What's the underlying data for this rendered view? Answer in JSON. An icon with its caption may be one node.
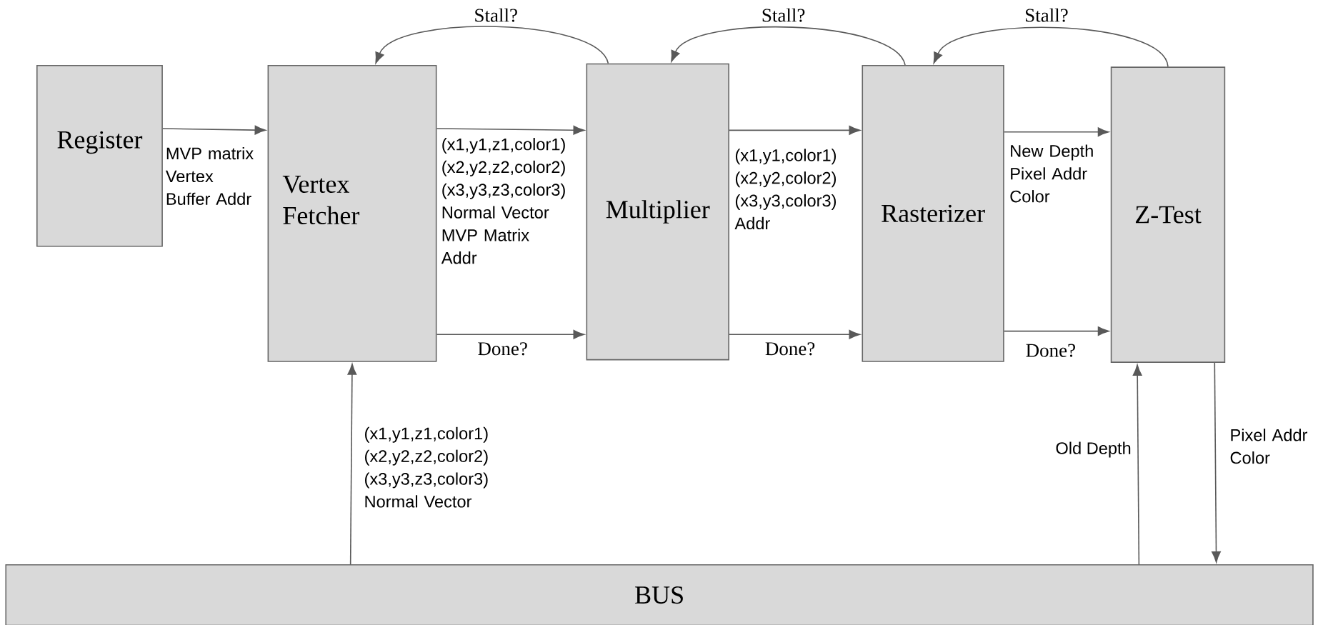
{
  "diagram": {
    "nodes": [
      {
        "text": [
          "Register"
        ]
      },
      {
        "text": [
          "Vertex Fetcher"
        ]
      },
      {
        "text": [
          "Multiplier"
        ]
      },
      {
        "text": [
          "Rasterizer"
        ]
      },
      {
        "text": [
          "Z-Test"
        ]
      },
      {
        "text": [
          "BUS"
        ]
      }
    ],
    "edges": [
      {
        "from": 0,
        "to": 1,
        "arrow": "to",
        "label": "MVP matrix Vertex Buffer Addr"
      },
      {
        "from": 1,
        "to": 2,
        "arrow": "to",
        "label": "(x1,y1,z1,color1) (x2,y2,z2,color2) (x3,y3,z3,color3) Normal Vector MVP Matrix Addr"
      },
      {
        "from": 1,
        "to": 2,
        "arrow": "to",
        "label": "Done?"
      },
      {
        "from": 2,
        "to": 3,
        "arrow": "to",
        "label": "(x1,y1,color1) (x2,y2,color2) (x3,y3,color3) Addr"
      },
      {
        "from": 2,
        "to": 3,
        "arrow": "to",
        "label": "Done?"
      },
      {
        "from": 3,
        "to": 4,
        "arrow": "to",
        "label": "New Depth Pixel Addr Color"
      },
      {
        "from": 3,
        "to": 4,
        "arrow": "to",
        "label": "Done?"
      },
      {
        "from": 2,
        "to": 1,
        "arrow": "to",
        "label": "Stall?"
      },
      {
        "from": 3,
        "to": 2,
        "arrow": "to",
        "label": "Stall?"
      },
      {
        "from": 4,
        "to": 3,
        "arrow": "to",
        "label": "Stall?"
      },
      {
        "from": 5,
        "to": 1,
        "arrow": "to",
        "label": "(x1,y1,z1,color1) (x2,y2,z2,color2) (x3,y3,z3,color3) Normal Vector"
      },
      {
        "from": 5,
        "to": 4,
        "arrow": "to",
        "label": "Old Depth"
      },
      {
        "from": 4,
        "to": 5,
        "arrow": "to",
        "label": "Pixel Addr Color"
      }
    ]
  }
}
